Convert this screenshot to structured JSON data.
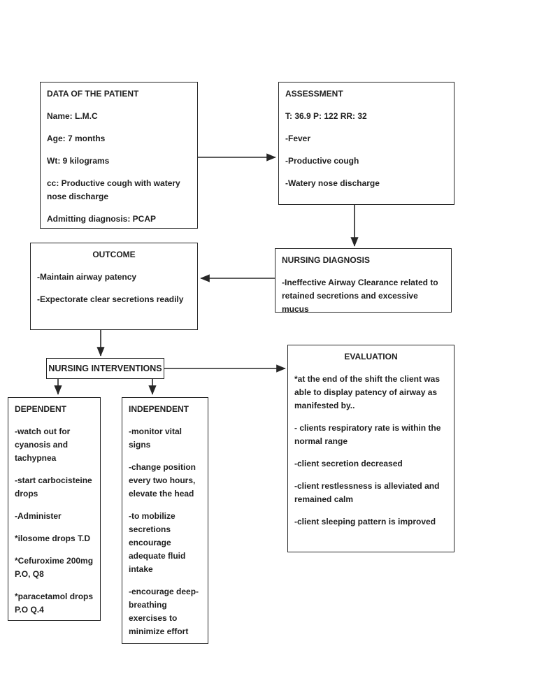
{
  "colors": {
    "ink": "#1f1f1f",
    "border": "#262626",
    "background": "#ffffff"
  },
  "diagram": {
    "data_patient": {
      "title": "DATA OF THE PATIENT",
      "lines": [
        "Name: L.M.C",
        "Age: 7 months",
        "Wt: 9 kilograms",
        "cc: Productive cough with watery nose discharge",
        "Admitting diagnosis: PCAP"
      ]
    },
    "assessment": {
      "title": "ASSESSMENT",
      "lines": [
        "T: 36.9 P: 122 RR: 32",
        "-Fever",
        "-Productive cough",
        "-Watery nose discharge"
      ]
    },
    "outcome": {
      "title": "OUTCOME",
      "lines": [
        "-Maintain airway patency",
        "-Expectorate clear secretions readily"
      ]
    },
    "nursing_diagnosis": {
      "title": "NURSING DIAGNOSIS",
      "lines": [
        "-Ineffective Airway Clearance related to retained secretions and excessive mucus"
      ]
    },
    "nursing_interventions": {
      "label": "NURSING INTERVENTIONS"
    },
    "evaluation": {
      "title": "EVALUATION",
      "lines": [
        "*at the end of the shift the client was able to display patency of airway as manifested by..",
        "- clients respiratory rate is within the normal range",
        "-client secretion decreased",
        "-client restlessness is alleviated and remained calm",
        "-client sleeping pattern is improved"
      ]
    },
    "dependent": {
      "title": "DEPENDENT",
      "lines": [
        "-watch out for cyanosis and tachypnea",
        "-start carbocisteine drops",
        "-Administer",
        "*ilosome drops T.D",
        "*Cefuroxime 200mg P.O, Q8",
        "*paracetamol drops P.O Q.4"
      ]
    },
    "independent": {
      "title": "INDEPENDENT",
      "lines": [
        "-monitor vital signs",
        "-change position every two hours, elevate the head",
        "-to mobilize secretions encourage adequate fluid intake",
        "-encourage deep-breathing exercises to minimize effort"
      ]
    }
  }
}
